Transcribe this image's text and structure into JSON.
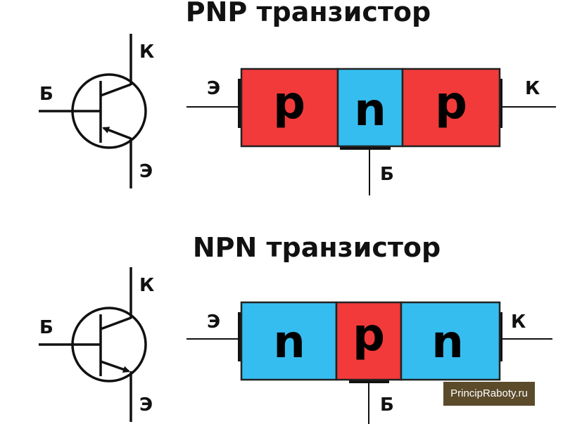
{
  "pnp": {
    "title": "PNP транзистор",
    "labels": {
      "collector": "К",
      "base": "Б",
      "emitter": "Э"
    },
    "segments": [
      "p",
      "n",
      "p"
    ]
  },
  "npn": {
    "title": "NPN транзистор",
    "labels": {
      "collector": "К",
      "base": "Б",
      "emitter": "Э"
    },
    "segments": [
      "n",
      "p",
      "n"
    ]
  },
  "colors": {
    "p": "#f23a3a",
    "n": "#36bdf0"
  },
  "watermark": "PrincipRaboty.ru"
}
